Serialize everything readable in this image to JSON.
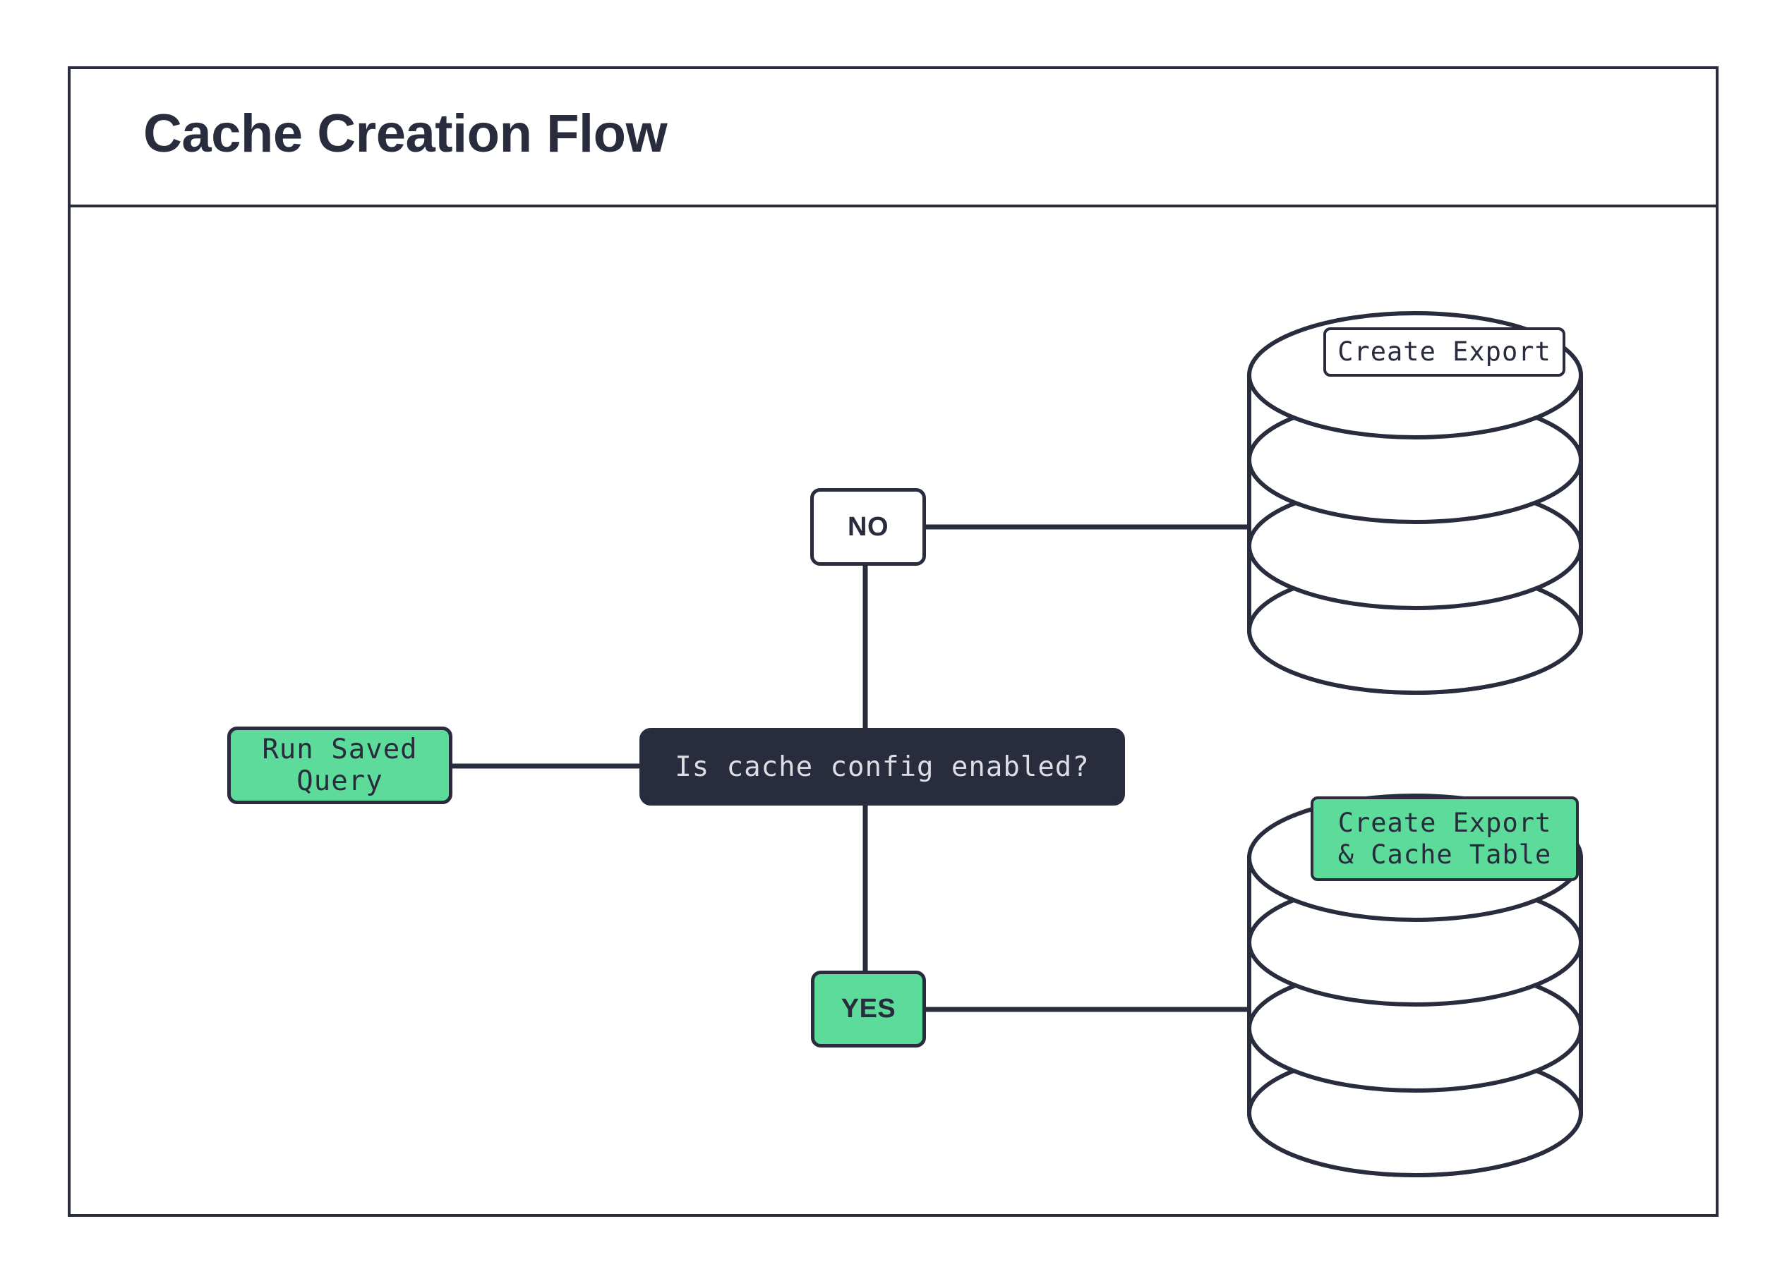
{
  "diagram": {
    "title": "Cache Creation Flow",
    "type": "flowchart",
    "colors": {
      "stroke": "#282C3C",
      "green": "#5CDB9A",
      "dark_node_bg": "#282C3C",
      "dark_node_text": "#DCDEE4",
      "white": "#FFFFFF"
    },
    "nodes": [
      {
        "id": "run-saved-query",
        "label": "Run Saved Query",
        "shape": "rounded-rect",
        "style": "green"
      },
      {
        "id": "decision",
        "label": "Is cache config enabled?",
        "shape": "rounded-rect",
        "style": "dark"
      },
      {
        "id": "no",
        "label": "NO",
        "shape": "rounded-rect",
        "style": "white"
      },
      {
        "id": "yes",
        "label": "YES",
        "shape": "rounded-rect",
        "style": "green"
      },
      {
        "id": "db-top",
        "label": "Create Export",
        "shape": "database-cylinder",
        "style": "white"
      },
      {
        "id": "db-bottom",
        "label_line1": "Create Export",
        "label_line2": "& Cache Table",
        "shape": "database-cylinder",
        "style": "green"
      }
    ],
    "edges": [
      {
        "from": "run-saved-query",
        "to": "decision",
        "label": ""
      },
      {
        "from": "decision",
        "to": "no",
        "label": "NO"
      },
      {
        "from": "decision",
        "to": "yes",
        "label": "YES"
      },
      {
        "from": "no",
        "to": "db-top",
        "label": ""
      },
      {
        "from": "yes",
        "to": "db-bottom",
        "label": ""
      }
    ]
  }
}
